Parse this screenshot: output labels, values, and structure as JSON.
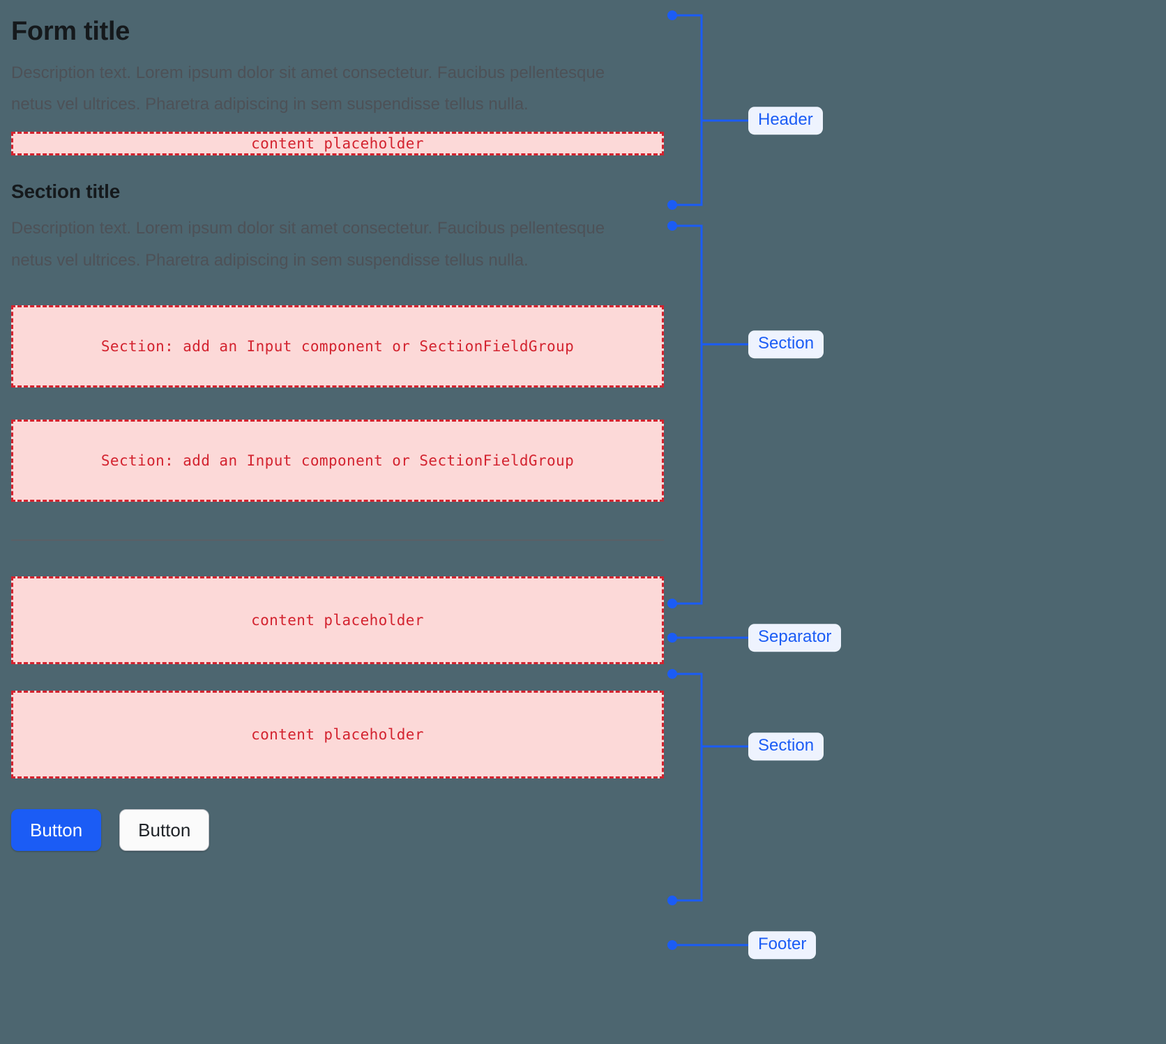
{
  "theme": {
    "background": "#4d6670",
    "accent_blue": "#1b5cf5",
    "badge_bg": "#eef3fe",
    "placeholder_border": "#d3232f",
    "placeholder_bg": "#fcd9d8",
    "title_color": "#15191c",
    "description_color": "#4d5157",
    "separator_color": "#5a5f66"
  },
  "header": {
    "title": "Form title",
    "description": "Description text. Lorem ipsum dolor sit amet consectetur. Faucibus pellentesque netus vel ultrices. Pharetra adipiscing in sem suspendisse tellus nulla.",
    "placeholder": "content placeholder"
  },
  "section": {
    "title": "Section title",
    "description": "Description text. Lorem ipsum dolor sit amet consectetur. Faucibus pellentesque netus vel ultrices. Pharetra adipiscing in sem suspendisse tellus nulla.",
    "field_placeholder_1": "Section: add an Input component or SectionFieldGroup",
    "field_placeholder_2": "Section: add an Input component or SectionFieldGroup"
  },
  "section2": {
    "placeholder_1": "content placeholder",
    "placeholder_2": "content placeholder"
  },
  "footer": {
    "primary_button": "Button",
    "secondary_button": "Button"
  },
  "annotations": {
    "header": "Header",
    "section": "Section",
    "separator": "Separator",
    "section2": "Section",
    "footer": "Footer"
  }
}
